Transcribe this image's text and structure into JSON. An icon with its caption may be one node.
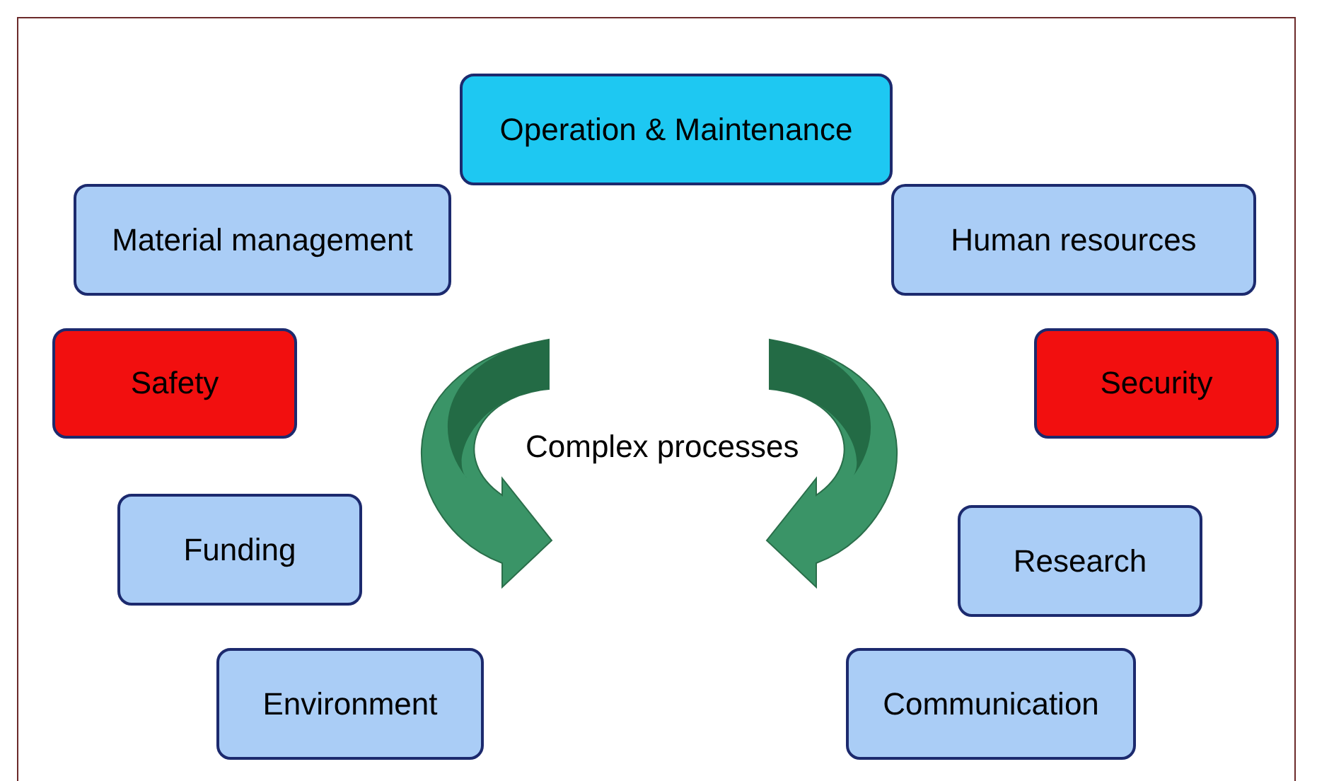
{
  "diagram": {
    "nodes": [
      {
        "text": [
          "Operation & Maintenance"
        ]
      },
      {
        "text": [
          "Material management"
        ]
      },
      {
        "text": [
          "Human resources"
        ]
      },
      {
        "text": [
          "Safety"
        ]
      },
      {
        "text": [
          "Security"
        ]
      },
      {
        "text": [
          "Funding"
        ]
      },
      {
        "text": [
          "Research"
        ]
      },
      {
        "text": [
          "Environment"
        ]
      },
      {
        "text": [
          "Communication"
        ]
      }
    ],
    "edges": [],
    "labels": [
      "Complex processes"
    ]
  }
}
